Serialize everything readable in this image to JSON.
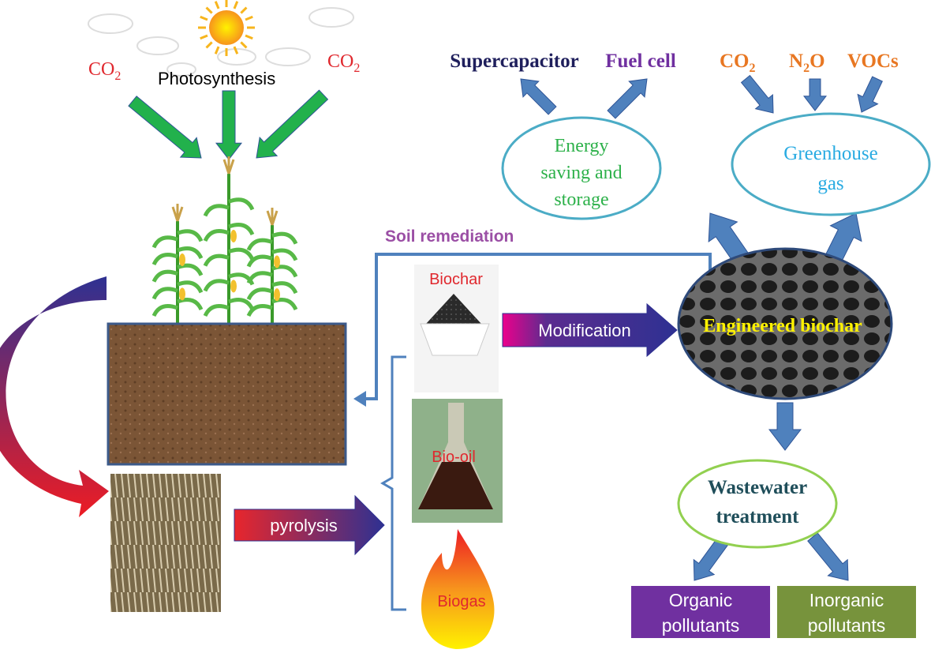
{
  "photosynthesis": {
    "co2_left": "CO",
    "co2_right": "CO",
    "sub2": "2",
    "label": "Photosynthesis"
  },
  "products": {
    "biochar": "Biochar",
    "biooil": "Bio-oil",
    "biogas": "Biogas"
  },
  "process": {
    "pyrolysis": "pyrolysis",
    "modification": "Modification",
    "soil_remediation": "Soil remediation"
  },
  "engineered": "Engineered biochar",
  "energy": {
    "line1": "Energy",
    "line2": "saving and",
    "line3": "storage",
    "supercapacitor": "Supercapacitor",
    "fuel_cell": "Fuel cell"
  },
  "greenhouse": {
    "line1": "Greenhouse",
    "line2": "gas",
    "co2": "CO",
    "n2o_n": "N",
    "n2o_o": "O",
    "sub2": "2",
    "vocs": "VOCs"
  },
  "wastewater": {
    "line1": "Wastewater",
    "line2": "treatment",
    "organic1": "Organic",
    "organic2": "pollutants",
    "inorganic1": "Inorganic",
    "inorganic2": "pollutants"
  },
  "colors": {
    "arrow_blue": "#4f81bd",
    "green_arrow": "#22b14c",
    "red_text": "#e0282e",
    "purple": "#7030a0",
    "olive": "#77933c",
    "orange": "#e87722",
    "ellipse_stroke": "#4bacc6"
  }
}
